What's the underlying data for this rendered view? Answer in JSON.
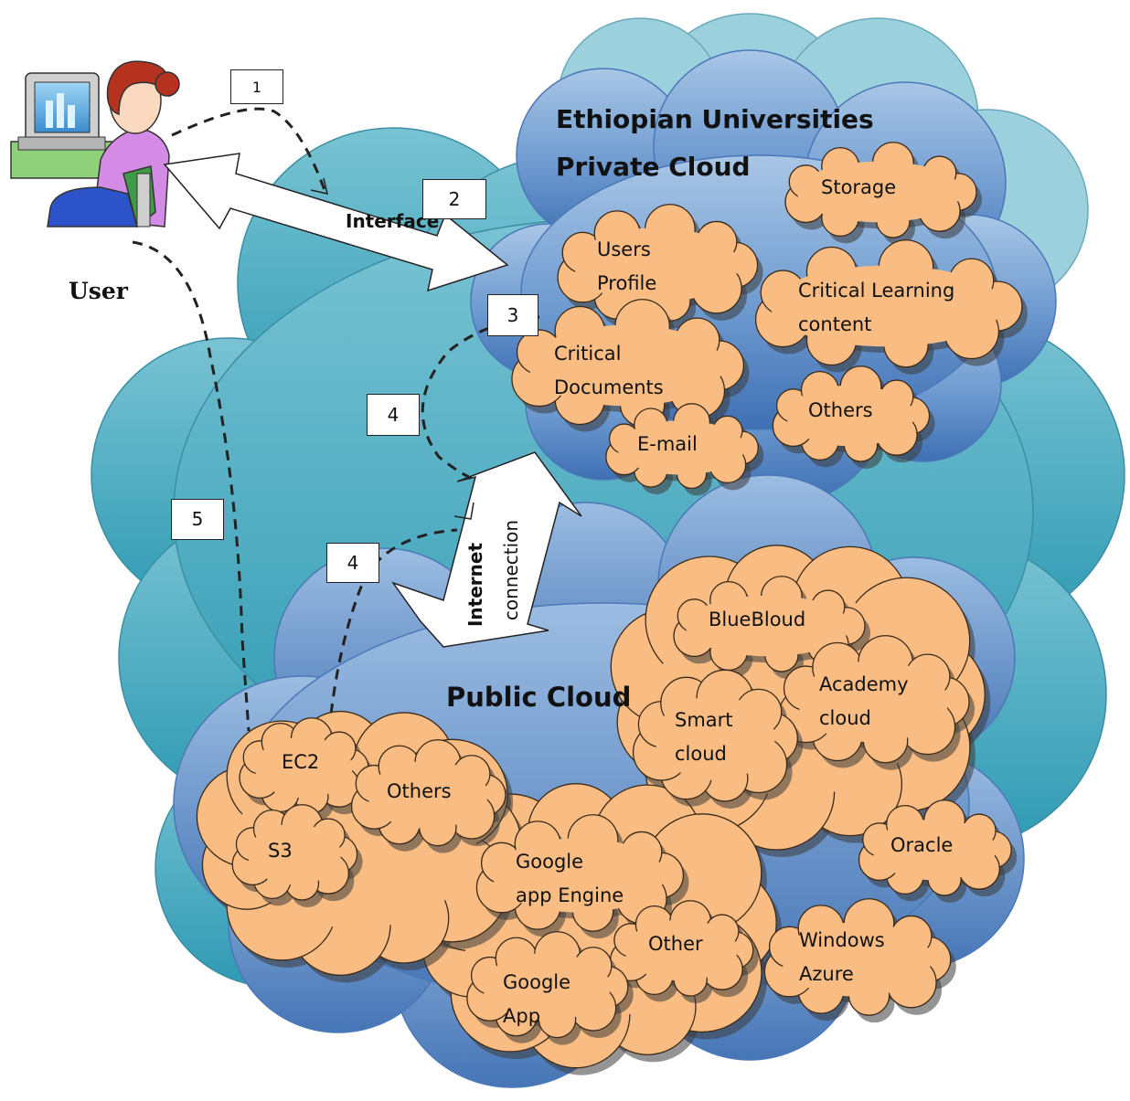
{
  "user": {
    "label": "User"
  },
  "private_cloud": {
    "title_line1": "Ethiopian Universities",
    "title_line2": "Private Cloud",
    "items": [
      {
        "id": "storage",
        "lines": [
          "Storage"
        ]
      },
      {
        "id": "users-profile",
        "lines": [
          "Users",
          "Profile"
        ]
      },
      {
        "id": "critical-learning",
        "lines": [
          "Critical Learning",
          "content"
        ]
      },
      {
        "id": "critical-documents",
        "lines": [
          "Critical",
          "Documents"
        ]
      },
      {
        "id": "others",
        "lines": [
          "Others"
        ]
      },
      {
        "id": "email",
        "lines": [
          "E-mail"
        ]
      }
    ]
  },
  "public_cloud": {
    "title": "Public Cloud",
    "items": [
      {
        "id": "bluebloud",
        "lines": [
          "BlueBloud"
        ]
      },
      {
        "id": "academy-cloud",
        "lines": [
          "Academy",
          "cloud"
        ]
      },
      {
        "id": "smart-cloud",
        "lines": [
          "Smart",
          "cloud"
        ]
      },
      {
        "id": "ec2",
        "lines": [
          "EC2"
        ]
      },
      {
        "id": "others",
        "lines": [
          "Others"
        ]
      },
      {
        "id": "s3",
        "lines": [
          "S3"
        ]
      },
      {
        "id": "google-app-engine",
        "lines": [
          "Google",
          "app Engine"
        ]
      },
      {
        "id": "oracle",
        "lines": [
          "Oracle"
        ]
      },
      {
        "id": "other",
        "lines": [
          "Other"
        ]
      },
      {
        "id": "windows-azure",
        "lines": [
          "Windows",
          "Azure"
        ]
      },
      {
        "id": "google-app",
        "lines": [
          "Google",
          "App"
        ]
      }
    ]
  },
  "arrows": {
    "interface_label": "Interface",
    "internet_line1": "Internet",
    "internet_line2": "connection"
  },
  "steps": [
    "1",
    "2",
    "3",
    "4",
    "4",
    "5"
  ],
  "colors": {
    "cloud_dark": "#4a7fbf",
    "cloud_teal": "#3fa7bd",
    "cloud_light": "#8fcbd8",
    "mini_cloud": "#f9bd83",
    "mini_cloud_outline": "#3a2a1a",
    "arrow_fill": "#ffffff"
  }
}
